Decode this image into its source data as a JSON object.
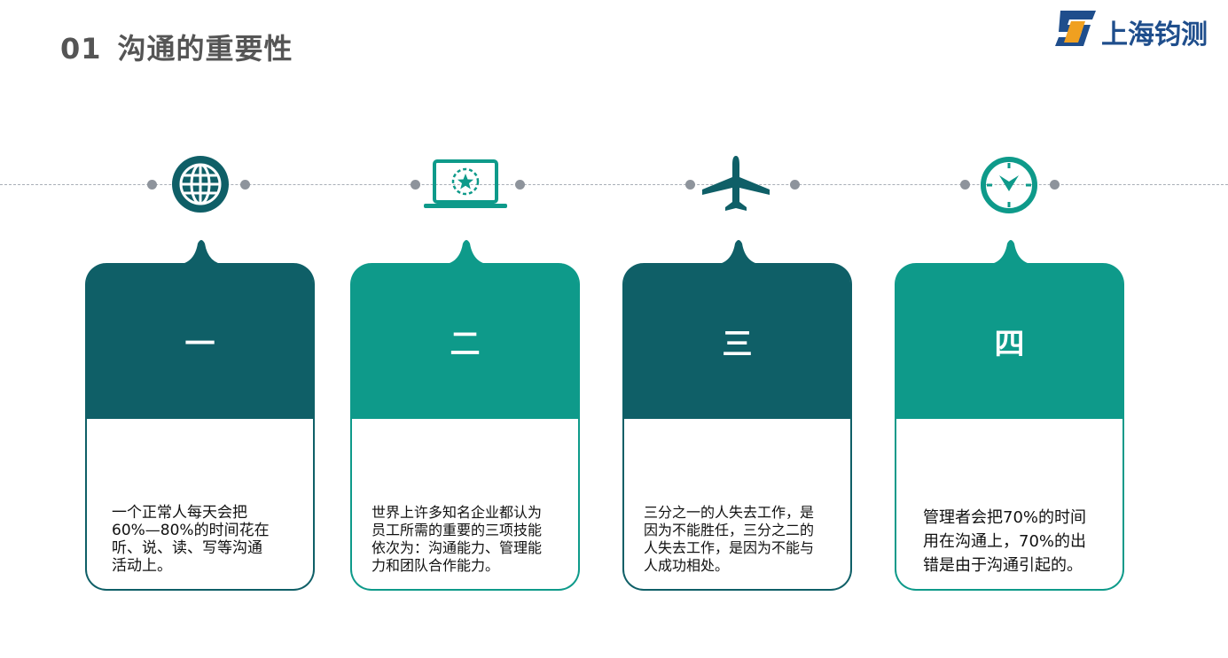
{
  "header": {
    "number": "01",
    "title": "沟通的重要性"
  },
  "logo": {
    "text": "上海钧测",
    "colors": {
      "blue": "#1f4e8c",
      "orange": "#f0a020"
    }
  },
  "colors": {
    "dark_teal": "#0f5f67",
    "teal": "#0e9a8a",
    "dot_gray": "#8e949c"
  },
  "cards": [
    {
      "icon": "globe-icon",
      "label": "一",
      "lines": [
        "一个正常人每天会把",
        "60%—80%的时间花在",
        "听、说、读、写等沟通",
        "活动上。"
      ]
    },
    {
      "icon": "laptop-star-icon",
      "label": "二",
      "lines": [
        "世界上许多知名企业都认为",
        "员工所需的重要的三项技能",
        "依次为：沟通能力、管理能",
        "力和团队合作能力。"
      ]
    },
    {
      "icon": "airplane-icon",
      "label": "三",
      "lines": [
        "三分之一的人失去工作，是",
        "因为不能胜任，三分之二的",
        "人失去工作，是因为不能与",
        "人成功相处。"
      ]
    },
    {
      "icon": "compass-icon",
      "label": "四",
      "lines": [
        "管理者会把70%的时间",
        "用在沟通上，70%的出",
        "错是由于沟通引起的。"
      ]
    }
  ]
}
